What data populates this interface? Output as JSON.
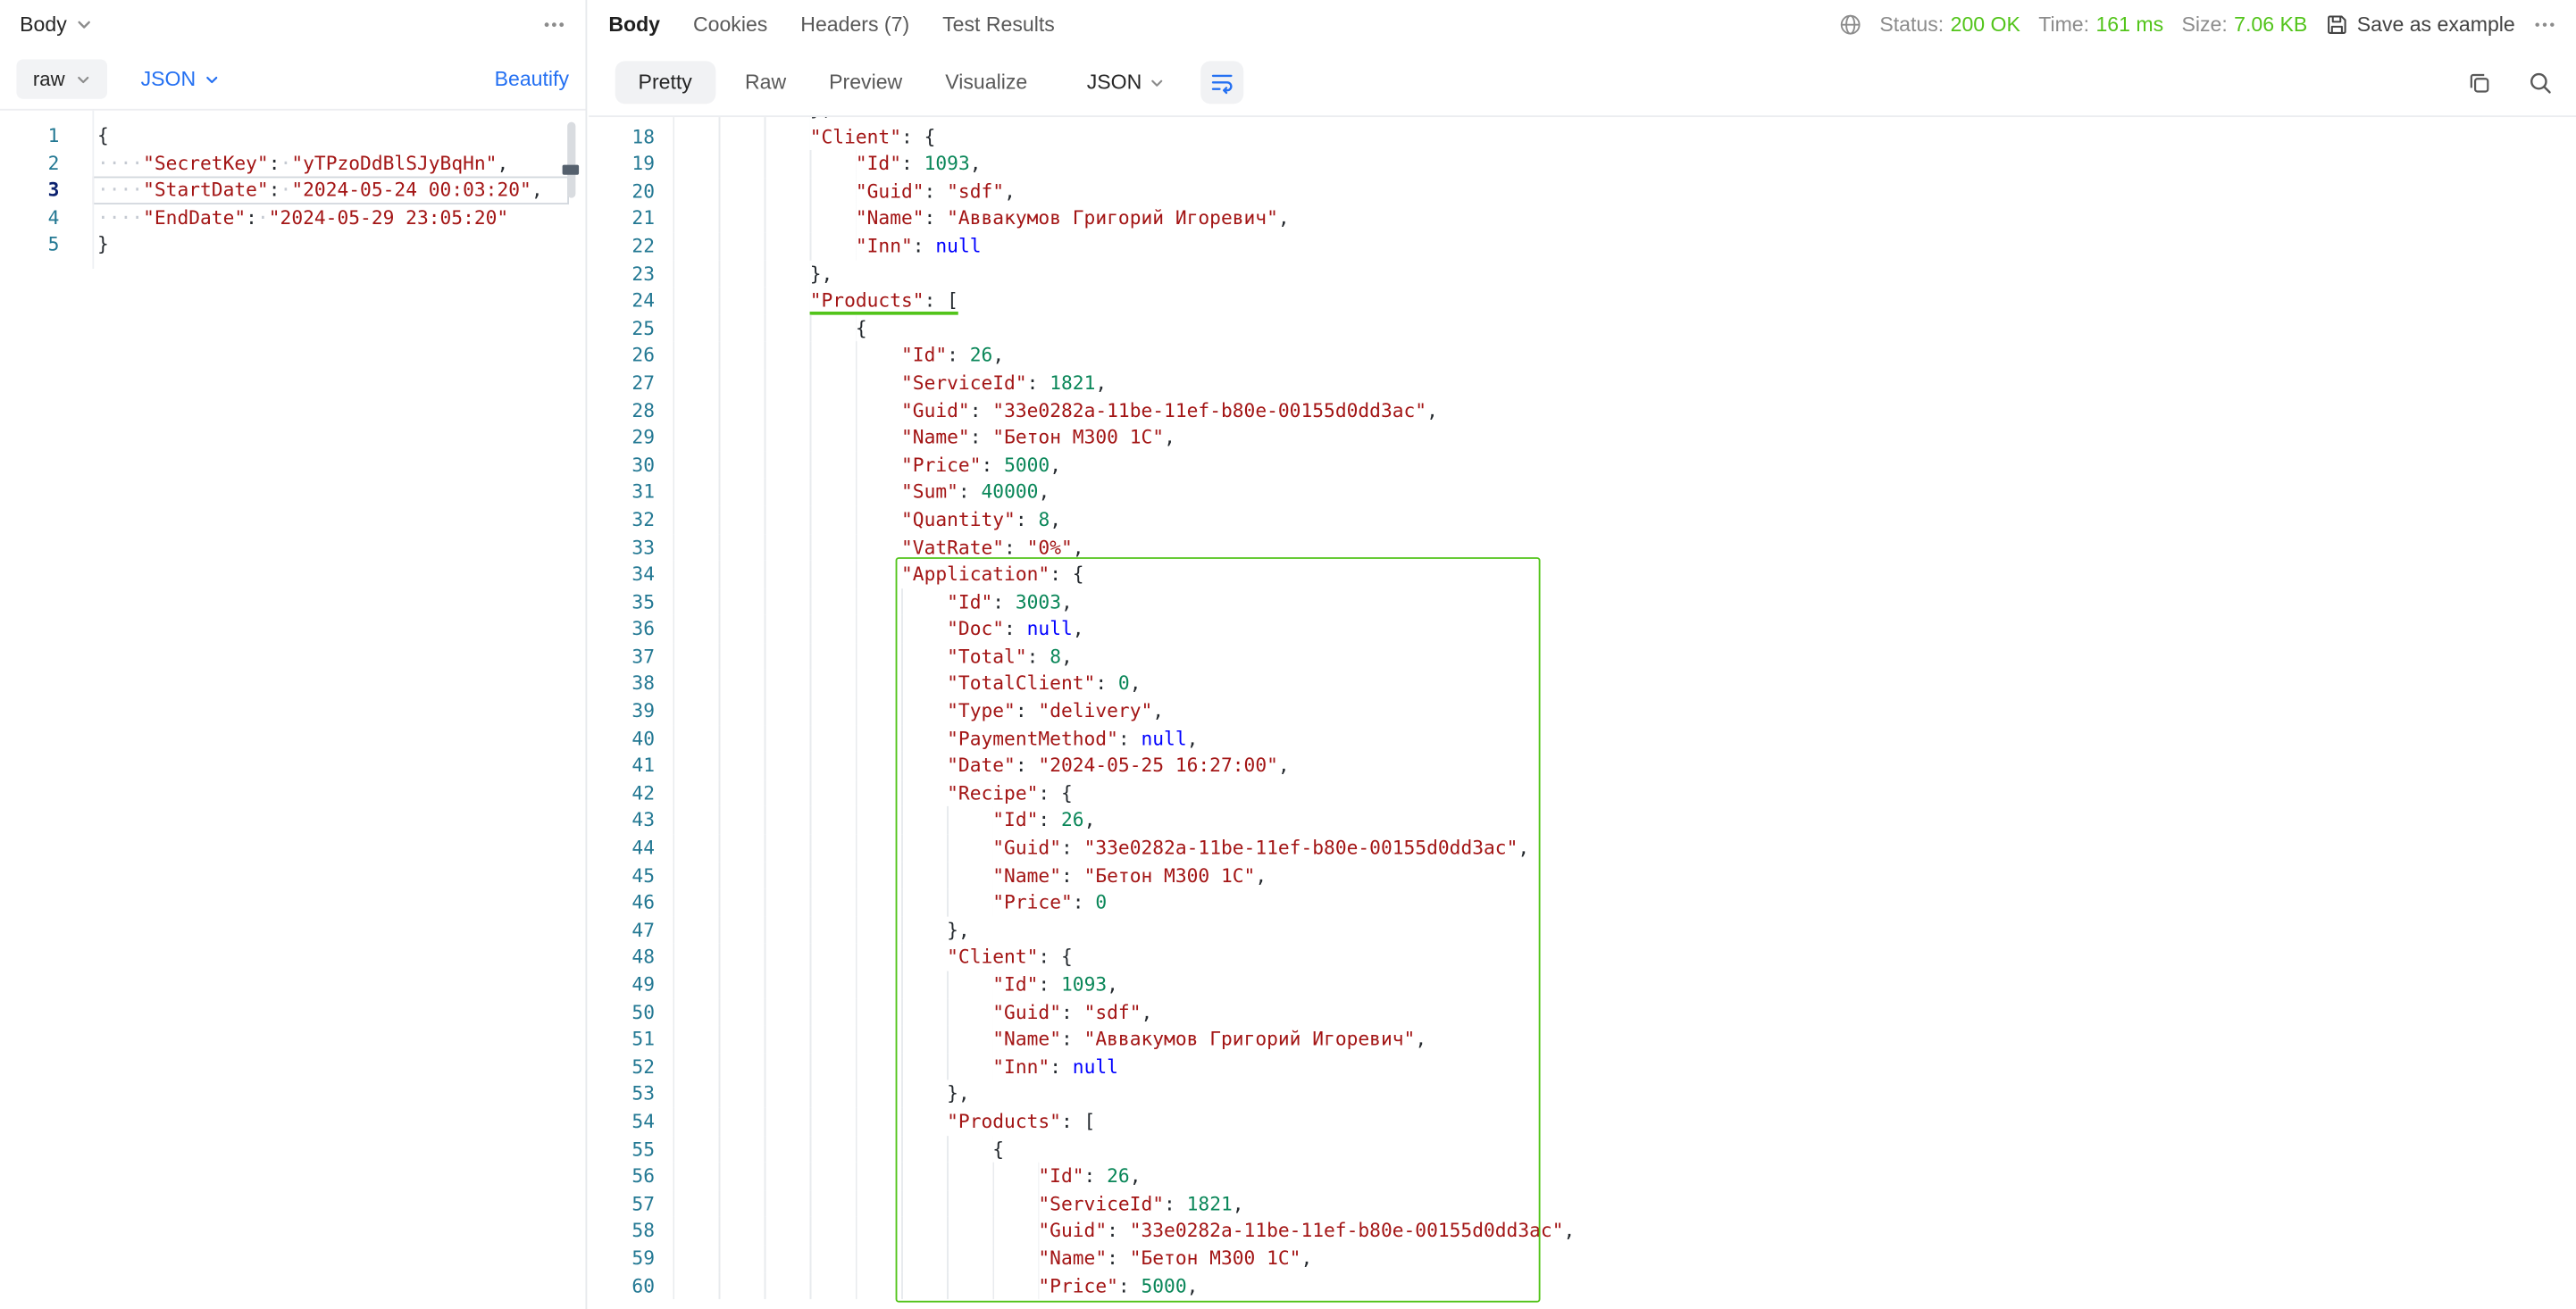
{
  "colors": {
    "accent": "#2470f2",
    "success": "#52c41a",
    "highlight": "#52c41a",
    "key": "#a31515",
    "string": "#a31515",
    "number": "#098658",
    "keyword": "#0000ff",
    "punct": "#24292e",
    "linenum": "#237893"
  },
  "request_panel": {
    "title": "Body",
    "toolbar": {
      "type": "raw",
      "lang": "JSON",
      "beautify": "Beautify"
    },
    "editor": {
      "active_line": 3,
      "lines": [
        {
          "n": 1,
          "t": [
            [
              "p",
              "{"
            ]
          ]
        },
        {
          "n": 2,
          "t": [
            [
              "ws",
              "····"
            ],
            [
              "k",
              "\"SecretKey\""
            ],
            [
              "p",
              ":"
            ],
            [
              "ws",
              "·"
            ],
            [
              "s",
              "\"yTPzoDdBlSJyBqHn\""
            ],
            [
              "p",
              ","
            ]
          ]
        },
        {
          "n": 3,
          "t": [
            [
              "ws",
              "····"
            ],
            [
              "k",
              "\"StartDate\""
            ],
            [
              "p",
              ":"
            ],
            [
              "ws",
              "·"
            ],
            [
              "s",
              "\"2024-05-24 00:03:20\""
            ],
            [
              "p",
              ","
            ]
          ]
        },
        {
          "n": 4,
          "t": [
            [
              "ws",
              "····"
            ],
            [
              "k",
              "\"EndDate\""
            ],
            [
              "p",
              ":"
            ],
            [
              "ws",
              "·"
            ],
            [
              "s",
              "\"2024-05-29 23:05:20\""
            ]
          ]
        },
        {
          "n": 5,
          "t": [
            [
              "p",
              "}"
            ]
          ]
        }
      ]
    }
  },
  "response_panel": {
    "tabs": [
      {
        "label": "Body",
        "active": true
      },
      {
        "label": "Cookies",
        "active": false
      },
      {
        "label": "Headers (7)",
        "active": false
      },
      {
        "label": "Test Results",
        "active": false
      }
    ],
    "meta": {
      "status_label": "Status:",
      "status_value": "200 OK",
      "time_label": "Time:",
      "time_value": "161 ms",
      "size_label": "Size:",
      "size_value": "7.06 KB",
      "save_label": "Save as example"
    },
    "view_tabs": [
      {
        "label": "Pretty",
        "active": true
      },
      {
        "label": "Raw",
        "active": false
      },
      {
        "label": "Preview",
        "active": false
      },
      {
        "label": "Visualize",
        "active": false
      }
    ],
    "format": "JSON",
    "viewer": {
      "highlight_start_line": 34,
      "underline_line": 24,
      "lines": [
        {
          "n": 17,
          "d": 3,
          "t": [
            [
              "p",
              "},"
            ]
          ]
        },
        {
          "n": 18,
          "d": 3,
          "t": [
            [
              "k",
              "\"Client\""
            ],
            [
              "p",
              ": {"
            ]
          ]
        },
        {
          "n": 19,
          "d": 4,
          "t": [
            [
              "k",
              "\"Id\""
            ],
            [
              "p",
              ": "
            ],
            [
              "n",
              "1093"
            ],
            [
              "p",
              ","
            ]
          ]
        },
        {
          "n": 20,
          "d": 4,
          "t": [
            [
              "k",
              "\"Guid\""
            ],
            [
              "p",
              ": "
            ],
            [
              "s",
              "\"sdf\""
            ],
            [
              "p",
              ","
            ]
          ]
        },
        {
          "n": 21,
          "d": 4,
          "t": [
            [
              "k",
              "\"Name\""
            ],
            [
              "p",
              ": "
            ],
            [
              "s",
              "\"Аввакумов Григорий Игоревич\""
            ],
            [
              "p",
              ","
            ]
          ]
        },
        {
          "n": 22,
          "d": 4,
          "t": [
            [
              "k",
              "\"Inn\""
            ],
            [
              "p",
              ": "
            ],
            [
              "kw",
              "null"
            ]
          ]
        },
        {
          "n": 23,
          "d": 3,
          "t": [
            [
              "p",
              "},"
            ]
          ]
        },
        {
          "n": 24,
          "d": 3,
          "u": true,
          "t": [
            [
              "k",
              "\"Products\""
            ],
            [
              "p",
              ": ["
            ]
          ]
        },
        {
          "n": 25,
          "d": 4,
          "t": [
            [
              "p",
              "{"
            ]
          ]
        },
        {
          "n": 26,
          "d": 5,
          "t": [
            [
              "k",
              "\"Id\""
            ],
            [
              "p",
              ": "
            ],
            [
              "n",
              "26"
            ],
            [
              "p",
              ","
            ]
          ]
        },
        {
          "n": 27,
          "d": 5,
          "t": [
            [
              "k",
              "\"ServiceId\""
            ],
            [
              "p",
              ": "
            ],
            [
              "n",
              "1821"
            ],
            [
              "p",
              ","
            ]
          ]
        },
        {
          "n": 28,
          "d": 5,
          "t": [
            [
              "k",
              "\"Guid\""
            ],
            [
              "p",
              ": "
            ],
            [
              "s",
              "\"33e0282a-11be-11ef-b80e-00155d0dd3ac\""
            ],
            [
              "p",
              ","
            ]
          ]
        },
        {
          "n": 29,
          "d": 5,
          "t": [
            [
              "k",
              "\"Name\""
            ],
            [
              "p",
              ": "
            ],
            [
              "s",
              "\"Бетон М300 1С\""
            ],
            [
              "p",
              ","
            ]
          ]
        },
        {
          "n": 30,
          "d": 5,
          "t": [
            [
              "k",
              "\"Price\""
            ],
            [
              "p",
              ": "
            ],
            [
              "n",
              "5000"
            ],
            [
              "p",
              ","
            ]
          ]
        },
        {
          "n": 31,
          "d": 5,
          "t": [
            [
              "k",
              "\"Sum\""
            ],
            [
              "p",
              ": "
            ],
            [
              "n",
              "40000"
            ],
            [
              "p",
              ","
            ]
          ]
        },
        {
          "n": 32,
          "d": 5,
          "t": [
            [
              "k",
              "\"Quantity\""
            ],
            [
              "p",
              ": "
            ],
            [
              "n",
              "8"
            ],
            [
              "p",
              ","
            ]
          ]
        },
        {
          "n": 33,
          "d": 5,
          "t": [
            [
              "k",
              "\"VatRate\""
            ],
            [
              "p",
              ": "
            ],
            [
              "s",
              "\"0%\""
            ],
            [
              "p",
              ","
            ]
          ]
        },
        {
          "n": 34,
          "d": 5,
          "t": [
            [
              "k",
              "\"Application\""
            ],
            [
              "p",
              ": {"
            ]
          ]
        },
        {
          "n": 35,
          "d": 6,
          "t": [
            [
              "k",
              "\"Id\""
            ],
            [
              "p",
              ": "
            ],
            [
              "n",
              "3003"
            ],
            [
              "p",
              ","
            ]
          ]
        },
        {
          "n": 36,
          "d": 6,
          "t": [
            [
              "k",
              "\"Doc\""
            ],
            [
              "p",
              ": "
            ],
            [
              "kw",
              "null"
            ],
            [
              "p",
              ","
            ]
          ]
        },
        {
          "n": 37,
          "d": 6,
          "t": [
            [
              "k",
              "\"Total\""
            ],
            [
              "p",
              ": "
            ],
            [
              "n",
              "8"
            ],
            [
              "p",
              ","
            ]
          ]
        },
        {
          "n": 38,
          "d": 6,
          "t": [
            [
              "k",
              "\"TotalClient\""
            ],
            [
              "p",
              ": "
            ],
            [
              "n",
              "0"
            ],
            [
              "p",
              ","
            ]
          ]
        },
        {
          "n": 39,
          "d": 6,
          "t": [
            [
              "k",
              "\"Type\""
            ],
            [
              "p",
              ": "
            ],
            [
              "s",
              "\"delivery\""
            ],
            [
              "p",
              ","
            ]
          ]
        },
        {
          "n": 40,
          "d": 6,
          "t": [
            [
              "k",
              "\"PaymentMethod\""
            ],
            [
              "p",
              ": "
            ],
            [
              "kw",
              "null"
            ],
            [
              "p",
              ","
            ]
          ]
        },
        {
          "n": 41,
          "d": 6,
          "t": [
            [
              "k",
              "\"Date\""
            ],
            [
              "p",
              ": "
            ],
            [
              "s",
              "\"2024-05-25 16:27:00\""
            ],
            [
              "p",
              ","
            ]
          ]
        },
        {
          "n": 42,
          "d": 6,
          "t": [
            [
              "k",
              "\"Recipe\""
            ],
            [
              "p",
              ": {"
            ]
          ]
        },
        {
          "n": 43,
          "d": 7,
          "t": [
            [
              "k",
              "\"Id\""
            ],
            [
              "p",
              ": "
            ],
            [
              "n",
              "26"
            ],
            [
              "p",
              ","
            ]
          ]
        },
        {
          "n": 44,
          "d": 7,
          "t": [
            [
              "k",
              "\"Guid\""
            ],
            [
              "p",
              ": "
            ],
            [
              "s",
              "\"33e0282a-11be-11ef-b80e-00155d0dd3ac\""
            ],
            [
              "p",
              ","
            ]
          ]
        },
        {
          "n": 45,
          "d": 7,
          "t": [
            [
              "k",
              "\"Name\""
            ],
            [
              "p",
              ": "
            ],
            [
              "s",
              "\"Бетон М300 1С\""
            ],
            [
              "p",
              ","
            ]
          ]
        },
        {
          "n": 46,
          "d": 7,
          "t": [
            [
              "k",
              "\"Price\""
            ],
            [
              "p",
              ": "
            ],
            [
              "n",
              "0"
            ]
          ]
        },
        {
          "n": 47,
          "d": 6,
          "t": [
            [
              "p",
              "},"
            ]
          ]
        },
        {
          "n": 48,
          "d": 6,
          "t": [
            [
              "k",
              "\"Client\""
            ],
            [
              "p",
              ": {"
            ]
          ]
        },
        {
          "n": 49,
          "d": 7,
          "t": [
            [
              "k",
              "\"Id\""
            ],
            [
              "p",
              ": "
            ],
            [
              "n",
              "1093"
            ],
            [
              "p",
              ","
            ]
          ]
        },
        {
          "n": 50,
          "d": 7,
          "t": [
            [
              "k",
              "\"Guid\""
            ],
            [
              "p",
              ": "
            ],
            [
              "s",
              "\"sdf\""
            ],
            [
              "p",
              ","
            ]
          ]
        },
        {
          "n": 51,
          "d": 7,
          "t": [
            [
              "k",
              "\"Name\""
            ],
            [
              "p",
              ": "
            ],
            [
              "s",
              "\"Аввакумов Григорий Игоревич\""
            ],
            [
              "p",
              ","
            ]
          ]
        },
        {
          "n": 52,
          "d": 7,
          "t": [
            [
              "k",
              "\"Inn\""
            ],
            [
              "p",
              ": "
            ],
            [
              "kw",
              "null"
            ]
          ]
        },
        {
          "n": 53,
          "d": 6,
          "t": [
            [
              "p",
              "},"
            ]
          ]
        },
        {
          "n": 54,
          "d": 6,
          "t": [
            [
              "k",
              "\"Products\""
            ],
            [
              "p",
              ": ["
            ]
          ]
        },
        {
          "n": 55,
          "d": 7,
          "t": [
            [
              "p",
              "{"
            ]
          ]
        },
        {
          "n": 56,
          "d": 8,
          "t": [
            [
              "k",
              "\"Id\""
            ],
            [
              "p",
              ": "
            ],
            [
              "n",
              "26"
            ],
            [
              "p",
              ","
            ]
          ]
        },
        {
          "n": 57,
          "d": 8,
          "t": [
            [
              "k",
              "\"ServiceId\""
            ],
            [
              "p",
              ": "
            ],
            [
              "n",
              "1821"
            ],
            [
              "p",
              ","
            ]
          ]
        },
        {
          "n": 58,
          "d": 8,
          "t": [
            [
              "k",
              "\"Guid\""
            ],
            [
              "p",
              ": "
            ],
            [
              "s",
              "\"33e0282a-11be-11ef-b80e-00155d0dd3ac\""
            ],
            [
              "p",
              ","
            ]
          ]
        },
        {
          "n": 59,
          "d": 8,
          "t": [
            [
              "k",
              "\"Name\""
            ],
            [
              "p",
              ": "
            ],
            [
              "s",
              "\"Бетон М300 1С\""
            ],
            [
              "p",
              ","
            ]
          ]
        },
        {
          "n": 60,
          "d": 8,
          "t": [
            [
              "k",
              "\"Price\""
            ],
            [
              "p",
              ": "
            ],
            [
              "n",
              "5000"
            ],
            [
              "p",
              ","
            ]
          ]
        }
      ]
    }
  },
  "icons": {
    "chevron": "chevron-down-icon",
    "left_more": "more-horizontal-icon",
    "globe": "globe-icon",
    "save": "save-icon",
    "right_more": "more-horizontal-icon",
    "copy": "copy-icon",
    "search": "search-icon",
    "wrap": "wrap-text-icon"
  }
}
